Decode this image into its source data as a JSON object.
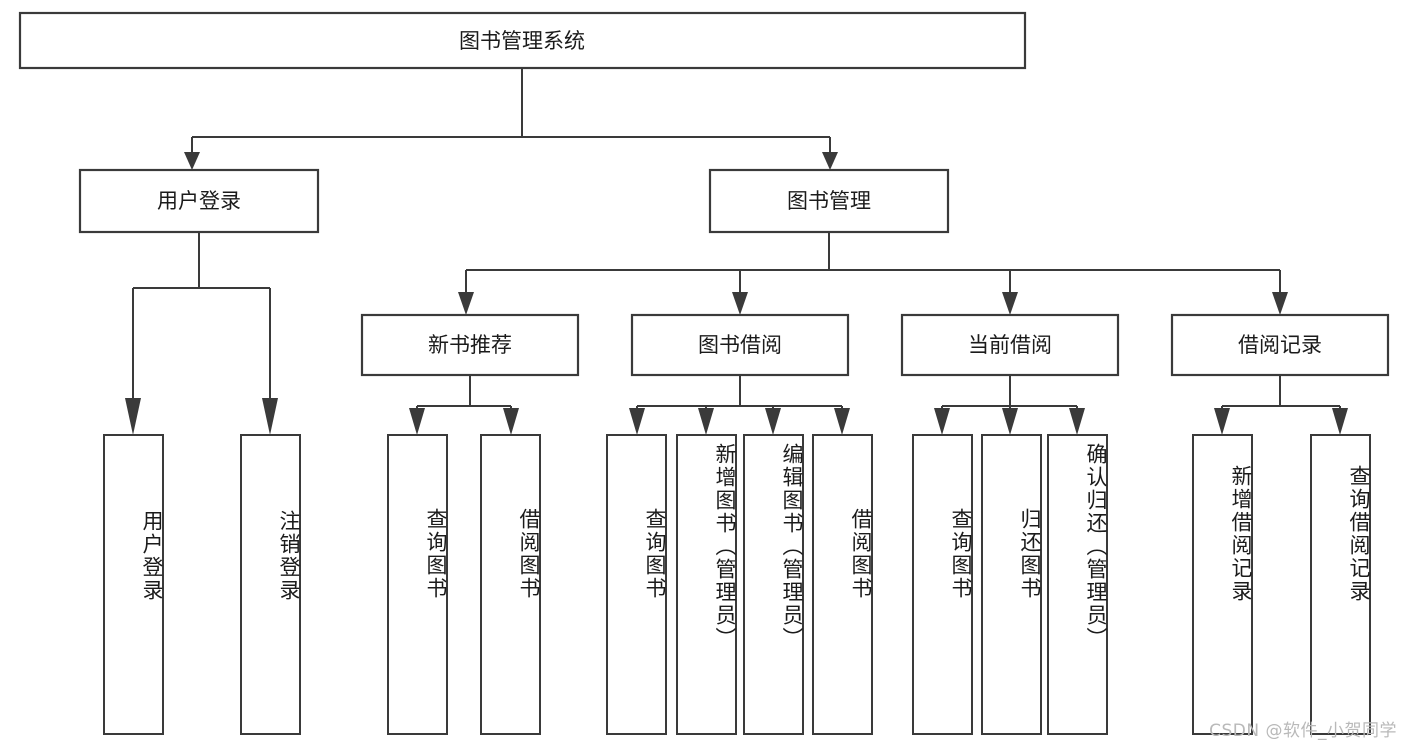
{
  "diagram": {
    "title": "图书管理系统",
    "type": "tree-hierarchy",
    "watermark": "CSDN @软件_小贺同学",
    "colors": {
      "background": "#ffffff",
      "box_fill": "#ffffff",
      "box_stroke": "#3a3a3a",
      "text": "#1b1b1b",
      "watermark": "#b9b9b9"
    },
    "root": {
      "label": "图书管理系统"
    },
    "level1": [
      {
        "label": "用户登录"
      },
      {
        "label": "图书管理"
      }
    ],
    "level2": [
      {
        "label": "新书推荐"
      },
      {
        "label": "图书借阅"
      },
      {
        "label": "当前借阅"
      },
      {
        "label": "借阅记录"
      }
    ],
    "leaves": {
      "user_login": [
        {
          "label": "用户登录"
        },
        {
          "label": "注销登录"
        }
      ],
      "new_book_recommend": [
        {
          "label": "查询图书"
        },
        {
          "label": "借阅图书"
        }
      ],
      "book_borrow": [
        {
          "label": "查询图书"
        },
        {
          "label": "新增图书（管理员）"
        },
        {
          "label": "编辑图书（管理员）"
        },
        {
          "label": "借阅图书"
        }
      ],
      "current_borrow": [
        {
          "label": "查询图书"
        },
        {
          "label": "归还图书"
        },
        {
          "label": "确认归还（管理员）"
        }
      ],
      "borrow_record": [
        {
          "label": "新增借阅记录"
        },
        {
          "label": "查询借阅记录"
        }
      ]
    }
  }
}
